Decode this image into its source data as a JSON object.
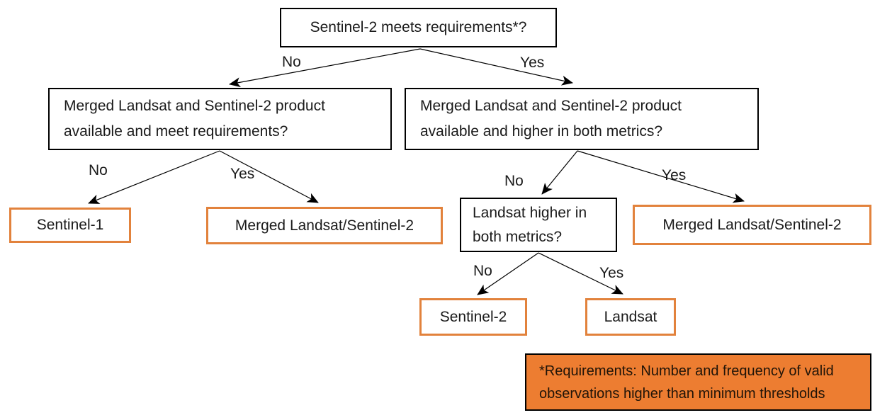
{
  "diagram": {
    "nodes": {
      "root": {
        "text": "Sentinel-2 meets requirements*?"
      },
      "merged_q_left": {
        "lines": [
          "Merged Landsat and Sentinel-2 product",
          "available and meet requirements?"
        ]
      },
      "merged_q_right": {
        "lines": [
          "Merged Landsat and Sentinel-2 product",
          "available and higher in both metrics?"
        ]
      },
      "landsat_q": {
        "lines": [
          "Landsat higher in",
          "both metrics?"
        ]
      },
      "outcome_sentinel1": {
        "text": "Sentinel-1"
      },
      "outcome_merged_left": {
        "text": "Merged Landsat/Sentinel-2"
      },
      "outcome_merged_right": {
        "text": "Merged Landsat/Sentinel-2"
      },
      "outcome_sentinel2": {
        "text": "Sentinel-2"
      },
      "outcome_landsat": {
        "text": "Landsat"
      }
    },
    "edge_labels": {
      "root_no": "No",
      "root_yes": "Yes",
      "left_no": "No",
      "left_yes": "Yes",
      "right_no": "No",
      "right_yes": "Yes",
      "landsat_no": "No",
      "landsat_yes": "Yes"
    },
    "footnote": {
      "lines": [
        "*Requirements: Number and frequency of valid",
        "observations higher than minimum thresholds"
      ]
    },
    "colors": {
      "decision_border": "#000000",
      "outcome_border": "#E2823C",
      "footnote_fill": "#ED7D31",
      "footnote_border": "#000000",
      "connector": "#000000",
      "text": "#1a1a1a"
    }
  }
}
